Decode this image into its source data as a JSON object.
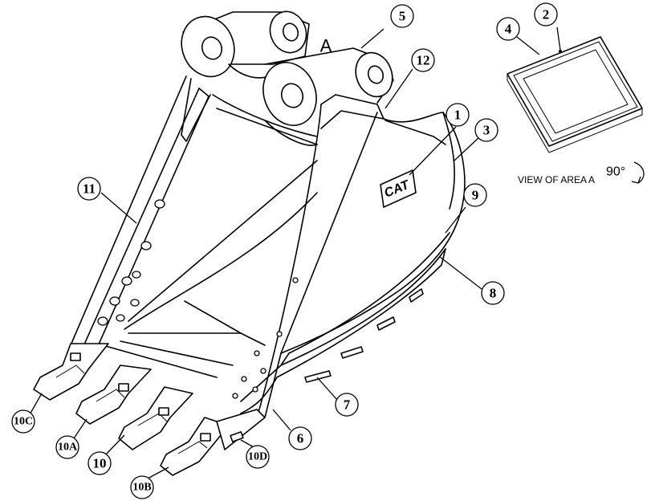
{
  "diagram": {
    "area_letter": "A",
    "view_label": "VIEW OF AREA A",
    "view_angle": "90°",
    "logo_text": "CAT",
    "callouts": [
      "1",
      "2",
      "3",
      "4",
      "5",
      "6",
      "7",
      "8",
      "9",
      "10",
      "10A",
      "10B",
      "10C",
      "10D",
      "11",
      "12"
    ]
  }
}
